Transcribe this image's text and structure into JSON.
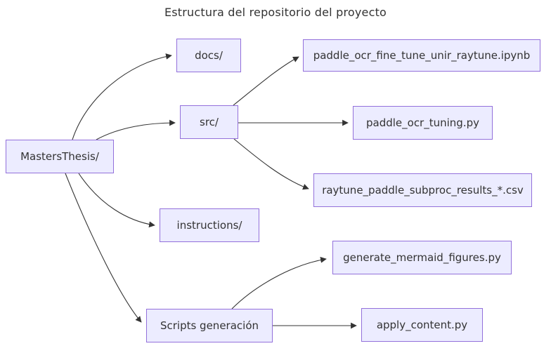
{
  "diagram": {
    "type": "flowchart",
    "title": "Estructura del repositorio del proyecto",
    "colors": {
      "node_fill": "#ECECFF",
      "node_border": "#9370DB",
      "edge": "#333333",
      "text": "#333333",
      "background": "#FFFFFF"
    },
    "nodes": {
      "root": {
        "label": "MastersThesis/"
      },
      "docs": {
        "label": "docs/"
      },
      "src": {
        "label": "src/"
      },
      "instructions": {
        "label": "instructions/"
      },
      "scripts": {
        "label": "Scripts generación"
      },
      "ipynb": {
        "label": "paddle_ocr_fine_tune_unir_raytune.ipynb"
      },
      "tuning": {
        "label": "paddle_ocr_tuning.py"
      },
      "csv": {
        "label": "raytune_paddle_subproc_results_*.csv"
      },
      "generate": {
        "label": "generate_mermaid_figures.py"
      },
      "apply": {
        "label": "apply_content.py"
      }
    },
    "edges": [
      {
        "from": "MastersThesis/",
        "to": "docs/"
      },
      {
        "from": "MastersThesis/",
        "to": "src/"
      },
      {
        "from": "MastersThesis/",
        "to": "instructions/"
      },
      {
        "from": "MastersThesis/",
        "to": "Scripts generación"
      },
      {
        "from": "src/",
        "to": "paddle_ocr_fine_tune_unir_raytune.ipynb"
      },
      {
        "from": "src/",
        "to": "paddle_ocr_tuning.py"
      },
      {
        "from": "src/",
        "to": "raytune_paddle_subproc_results_*.csv"
      },
      {
        "from": "Scripts generación",
        "to": "generate_mermaid_figures.py"
      },
      {
        "from": "Scripts generación",
        "to": "apply_content.py"
      }
    ]
  }
}
